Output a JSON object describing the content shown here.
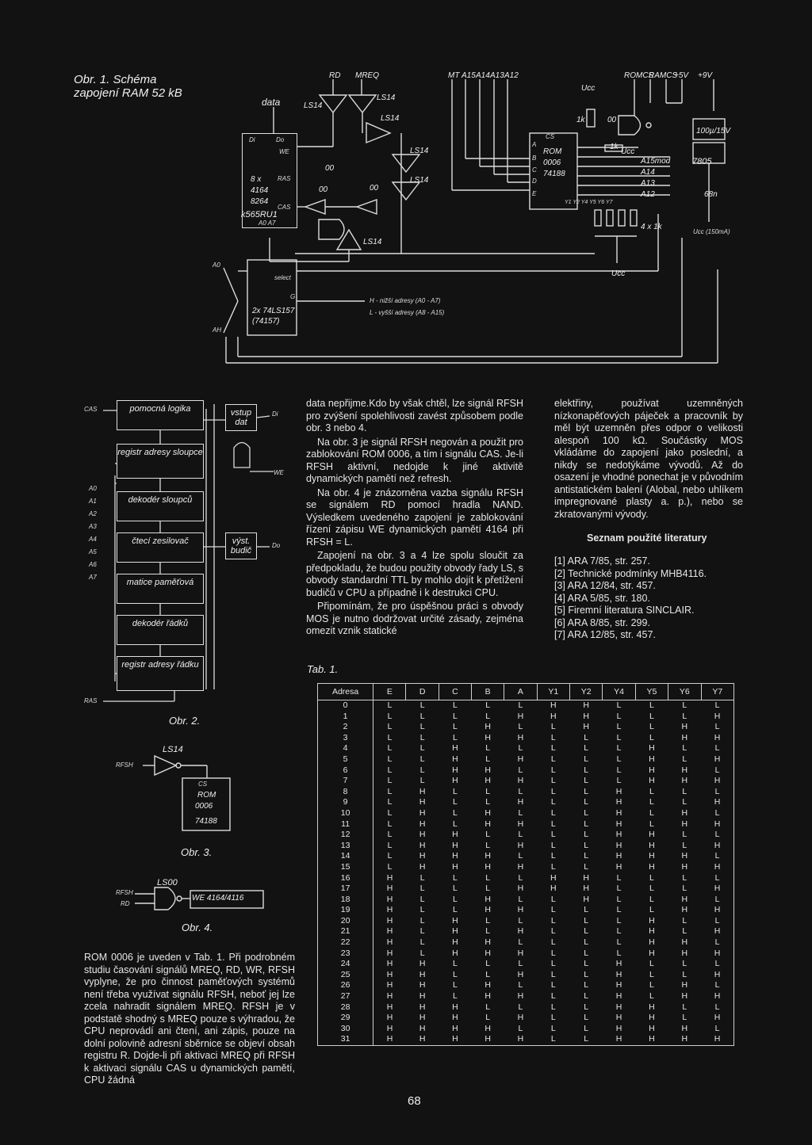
{
  "fig1": {
    "caption": "Obr. 1. Schéma zapojení RAM 52 kB",
    "data_label": "data",
    "ram": {
      "di": "Di",
      "do": "Do",
      "we": "WE",
      "ras": "RAS",
      "cas": "CAS",
      "line1": "8 x",
      "line2": "4164",
      "line3": "8264",
      "line4": "k565RU1",
      "addr": "A0  A7"
    },
    "signals": {
      "rd": "RD",
      "mreq": "MREQ",
      "mt": "MT",
      "a15": "A15",
      "a14": "A14",
      "a13": "A13",
      "a12": "A12",
      "romcs": "ROMCS",
      "ramcs": "RAMCS",
      "p5v": "+5V",
      "p9v": "+9V"
    },
    "gates": {
      "ls14": "LS14",
      "g00": "00"
    },
    "rom": {
      "cs": "CS",
      "a": "A",
      "b": "B",
      "c": "C",
      "d": "D",
      "e": "E",
      "name": "ROM",
      "num": "0006",
      "type": "74188",
      "outs": "Y1 Y2 Y4 Y5 Y6 Y7"
    },
    "ucc": "Ucc",
    "r1k": "1k",
    "addr_lines": [
      "A15mod",
      "A14",
      "A13",
      "A12"
    ],
    "res4": "4 x 1k",
    "cap_100u": "100µ/15V",
    "reg7805": "7805",
    "cap_68n": "68n",
    "ucc_150": "Ucc (150mA)",
    "mux": {
      "select": "select",
      "name": "2x 74LS157 (74157)",
      "g": "G",
      "a0": "A0",
      "ah": "AH",
      "note_h": "H - nižší adresy (A0 - A7)",
      "note_l": "L - vyšší adresy (A8 - A15)"
    }
  },
  "fig2": {
    "caption": "Obr. 2.",
    "blocks": [
      "pomocná logika",
      "registr adresy sloupce",
      "dekodér sloupců",
      "čtecí zesilovač",
      "matice paměťová",
      "dekodér řádků",
      "registr adresy řádku"
    ],
    "vstup": "vstup dat",
    "vystup": "výst. budič",
    "cas": "CAS",
    "ras": "RAS",
    "we": "WE",
    "di": "Di",
    "do": "Do",
    "addr": [
      "A0",
      "A1",
      "A2",
      "A3",
      "A4",
      "A5",
      "A6",
      "A7"
    ]
  },
  "fig3": {
    "caption": "Obr. 3.",
    "gate": "LS14",
    "rfsh": "RFSH",
    "cs": "CS",
    "rom": "ROM",
    "num": "0006",
    "type": "74188"
  },
  "fig4": {
    "caption": "Obr. 4.",
    "gate": "LS00",
    "rfsh": "RFSH",
    "rd": "RD",
    "we": "WE 4164/4116"
  },
  "body": {
    "left_bottom": "ROM 0006 je uveden v Tab. 1. Při podrobném studiu časování signálů MREQ, RD, WR, RFSH vyplyne, že pro činnost paměťových systémů není třeba využívat signálu RFSH, neboť jej lze zcela nahradit signálem MREQ. RFSH je v podstatě shodný s MREQ pouze s výhradou, že CPU neprovádí ani čtení, ani zápis, pouze na dolní polovině adresní sběrnice se objeví obsah registru R. Dojde-li při aktivaci MREQ při RFSH k aktivaci signálu CAS u dynamických pamětí, CPU žádná",
    "mid_p1": "data nepřijme.Kdo by však chtěl, lze signál RFSH pro zvýšení spolehlivosti zavést způsobem podle obr. 3 nebo 4.",
    "mid_p2": "Na obr. 3 je signál RFSH negován a použit pro zablokování ROM 0006, a tím i signálu CAS. Je-li RFSH aktivní, nedojde k jiné aktivitě dynamických pamětí než refresh.",
    "mid_p3": "Na obr. 4 je znázorněna vazba signálu RFSH se signálem RD pomocí hradla NAND. Výsledkem uvedeného zapojení je zablokování řízení zápisu WE dynamických pamětí 4164 při RFSH = L.",
    "mid_p4": "Zapojení na obr. 3 a 4 lze spolu sloučit za předpokladu, že budou použity obvody řady LS, s obvody standardní TTL by mohlo dojít k přetížení budičů v CPU a případně i k destrukci CPU.",
    "mid_p5": "Připomínám, že pro úspěšnou práci s obvody MOS je nutno dodržovat určité zásady, zejména omezit vznik statické",
    "right_p1": "elektřiny, používat uzemněných nízkonapěťových páječek a pracovník by měl být uzemněn přes odpor o velikosti alespoň 100 kΩ. Součástky MOS vkládáme do zapojení jako poslední, a nikdy se nedotýkáme vývodů. Až do osazení je vhodné ponechat je v původním antistatickém balení (Alobal, nebo uhlíkem impregnované plasty a. p.), nebo se zkratovanými vývody."
  },
  "literature": {
    "title": "Seznam použité literatury",
    "items": [
      "[1] ARA 7/85, str. 257.",
      "[2] Technické podmínky MHB4116.",
      "[3] ARA 12/84, str. 457.",
      "[4] ARA 5/85, str. 180.",
      "[5] Firemní literatura SINCLAIR.",
      "[6] ARA 8/85, str. 299.",
      "[7] ARA 12/85, str. 457."
    ]
  },
  "table": {
    "caption": "Tab. 1.",
    "headers": [
      "Adresa",
      "E",
      "D",
      "C",
      "B",
      "A",
      "Y1",
      "Y2",
      "Y4",
      "Y5",
      "Y6",
      "Y7"
    ],
    "rows": [
      [
        "0",
        "L",
        "L",
        "L",
        "L",
        "L",
        "H",
        "H",
        "L",
        "L",
        "L",
        "L"
      ],
      [
        "1",
        "L",
        "L",
        "L",
        "L",
        "H",
        "H",
        "H",
        "L",
        "L",
        "L",
        "H"
      ],
      [
        "2",
        "L",
        "L",
        "L",
        "H",
        "L",
        "L",
        "H",
        "L",
        "L",
        "H",
        "L"
      ],
      [
        "3",
        "L",
        "L",
        "L",
        "H",
        "H",
        "L",
        "L",
        "L",
        "L",
        "H",
        "H"
      ],
      [
        "4",
        "L",
        "L",
        "H",
        "L",
        "L",
        "L",
        "L",
        "L",
        "H",
        "L",
        "L"
      ],
      [
        "5",
        "L",
        "L",
        "H",
        "L",
        "H",
        "L",
        "L",
        "L",
        "H",
        "L",
        "H"
      ],
      [
        "6",
        "L",
        "L",
        "H",
        "H",
        "L",
        "L",
        "L",
        "L",
        "H",
        "H",
        "L"
      ],
      [
        "7",
        "L",
        "L",
        "H",
        "H",
        "H",
        "L",
        "L",
        "L",
        "H",
        "H",
        "H"
      ],
      [
        "8",
        "L",
        "H",
        "L",
        "L",
        "L",
        "L",
        "L",
        "H",
        "L",
        "L",
        "L"
      ],
      [
        "9",
        "L",
        "H",
        "L",
        "L",
        "H",
        "L",
        "L",
        "H",
        "L",
        "L",
        "H"
      ],
      [
        "10",
        "L",
        "H",
        "L",
        "H",
        "L",
        "L",
        "L",
        "H",
        "L",
        "H",
        "L"
      ],
      [
        "11",
        "L",
        "H",
        "L",
        "H",
        "H",
        "L",
        "L",
        "H",
        "L",
        "H",
        "H"
      ],
      [
        "12",
        "L",
        "H",
        "H",
        "L",
        "L",
        "L",
        "L",
        "H",
        "H",
        "L",
        "L"
      ],
      [
        "13",
        "L",
        "H",
        "H",
        "L",
        "H",
        "L",
        "L",
        "H",
        "H",
        "L",
        "H"
      ],
      [
        "14",
        "L",
        "H",
        "H",
        "H",
        "L",
        "L",
        "L",
        "H",
        "H",
        "H",
        "L"
      ],
      [
        "15",
        "L",
        "H",
        "H",
        "H",
        "H",
        "L",
        "L",
        "H",
        "H",
        "H",
        "H"
      ],
      [
        "16",
        "H",
        "L",
        "L",
        "L",
        "L",
        "H",
        "H",
        "L",
        "L",
        "L",
        "L"
      ],
      [
        "17",
        "H",
        "L",
        "L",
        "L",
        "H",
        "H",
        "H",
        "L",
        "L",
        "L",
        "H"
      ],
      [
        "18",
        "H",
        "L",
        "L",
        "H",
        "L",
        "L",
        "H",
        "L",
        "L",
        "H",
        "L"
      ],
      [
        "19",
        "H",
        "L",
        "L",
        "H",
        "H",
        "L",
        "L",
        "L",
        "L",
        "H",
        "H"
      ],
      [
        "20",
        "H",
        "L",
        "H",
        "L",
        "L",
        "L",
        "L",
        "L",
        "H",
        "L",
        "L"
      ],
      [
        "21",
        "H",
        "L",
        "H",
        "L",
        "H",
        "L",
        "L",
        "L",
        "H",
        "L",
        "H"
      ],
      [
        "22",
        "H",
        "L",
        "H",
        "H",
        "L",
        "L",
        "L",
        "L",
        "H",
        "H",
        "L"
      ],
      [
        "23",
        "H",
        "L",
        "H",
        "H",
        "H",
        "L",
        "L",
        "L",
        "H",
        "H",
        "H"
      ],
      [
        "24",
        "H",
        "H",
        "L",
        "L",
        "L",
        "L",
        "L",
        "H",
        "L",
        "L",
        "L"
      ],
      [
        "25",
        "H",
        "H",
        "L",
        "L",
        "H",
        "L",
        "L",
        "H",
        "L",
        "L",
        "H"
      ],
      [
        "26",
        "H",
        "H",
        "L",
        "H",
        "L",
        "L",
        "L",
        "H",
        "L",
        "H",
        "L"
      ],
      [
        "27",
        "H",
        "H",
        "L",
        "H",
        "H",
        "L",
        "L",
        "H",
        "L",
        "H",
        "H"
      ],
      [
        "28",
        "H",
        "H",
        "H",
        "L",
        "L",
        "L",
        "L",
        "H",
        "H",
        "L",
        "L"
      ],
      [
        "29",
        "H",
        "H",
        "H",
        "L",
        "H",
        "L",
        "L",
        "H",
        "H",
        "L",
        "H"
      ],
      [
        "30",
        "H",
        "H",
        "H",
        "H",
        "L",
        "L",
        "L",
        "H",
        "H",
        "H",
        "L"
      ],
      [
        "31",
        "H",
        "H",
        "H",
        "H",
        "H",
        "L",
        "L",
        "H",
        "H",
        "H",
        "H"
      ]
    ]
  },
  "page_number": "68"
}
